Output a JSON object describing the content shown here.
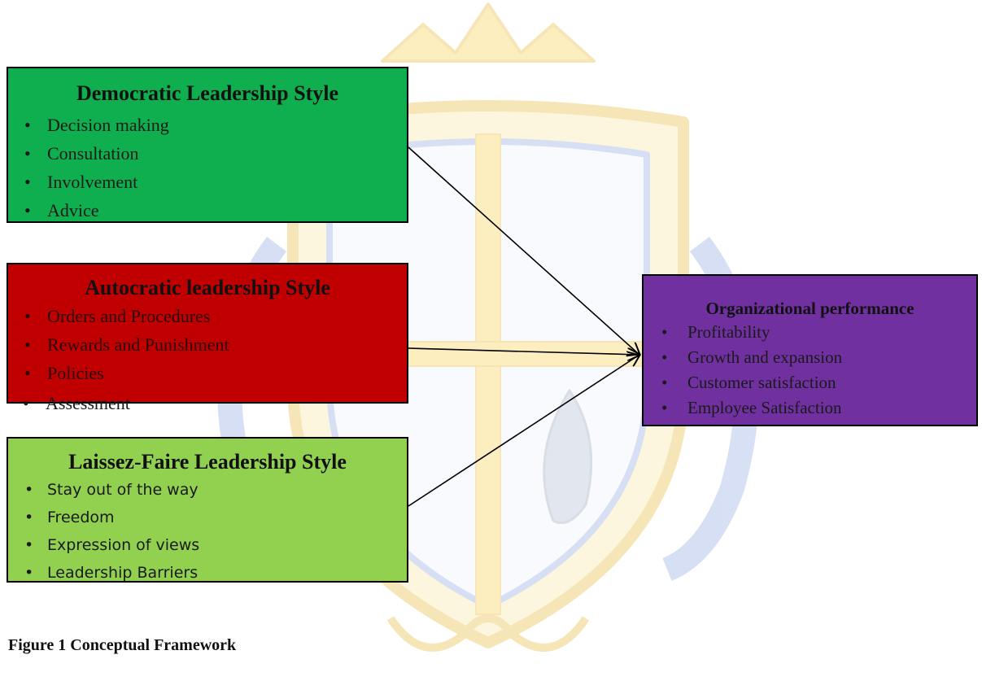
{
  "diagram": {
    "boxes": {
      "democratic": {
        "title": "Democratic Leadership Style",
        "items": [
          "Decision making",
          "Consultation",
          "Involvement",
          "Advice"
        ],
        "color": "#0fae4e"
      },
      "autocratic": {
        "title": "Autocratic leadership Style",
        "items": [
          "Orders and  Procedures",
          "Rewards and Punishment",
          "Policies"
        ],
        "overflow_item": "Assessment",
        "color": "#c00000"
      },
      "laissez_faire": {
        "title": "Laissez-Faire Leadership Style",
        "items": [
          "Stay out of the way",
          "Freedom",
          "Expression of views",
          "Leadership Barriers"
        ],
        "color": "#92d050"
      },
      "performance": {
        "title": "Organizational performance",
        "items": [
          "Profitability",
          "Growth and expansion",
          "Customer satisfaction",
          "Employee Satisfaction"
        ],
        "color": "#7030a0"
      }
    },
    "edges": [
      {
        "from": "democratic",
        "to": "performance"
      },
      {
        "from": "autocratic",
        "to": "performance"
      },
      {
        "from": "laissez_faire",
        "to": "performance"
      }
    ],
    "watermark_color": "#f5c518",
    "caption": "Figure 1  Conceptual Framework"
  }
}
